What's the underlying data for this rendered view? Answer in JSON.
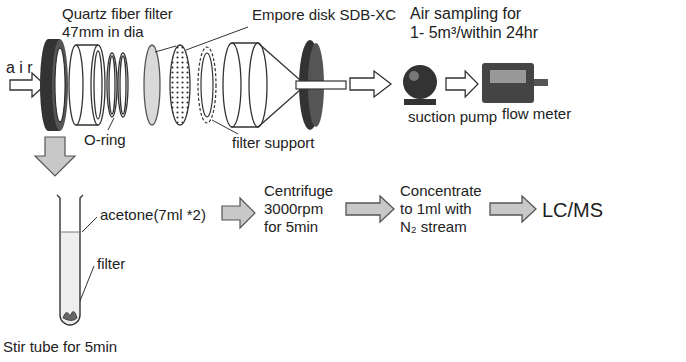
{
  "diagram": {
    "nodes": [
      {
        "text": [
          "suction pump"
        ]
      },
      {
        "text": [
          "flow meter"
        ]
      },
      {
        "text": [
          "Centrifuge 3000rpm for 5min"
        ]
      },
      {
        "text": [
          "Concentrate to 1ml with N₂ stream"
        ]
      },
      {
        "text": [
          "LC/MS"
        ]
      }
    ],
    "edges": [
      {
        "from": 0,
        "to": 1,
        "arrow": "to"
      },
      {
        "from": 2,
        "to": 3,
        "arrow": "to"
      },
      {
        "from": 3,
        "to": 4,
        "arrow": "to"
      }
    ],
    "labels": [
      "a i r",
      "Quartz fiber filter 47mm in dia",
      "Empore disk SDB-XC",
      "O-ring",
      "filter support",
      "Air sampling for 1- 5m³/within 24hr",
      "acetone(7ml *2)",
      "filter",
      "Stir tube for 5min"
    ]
  }
}
